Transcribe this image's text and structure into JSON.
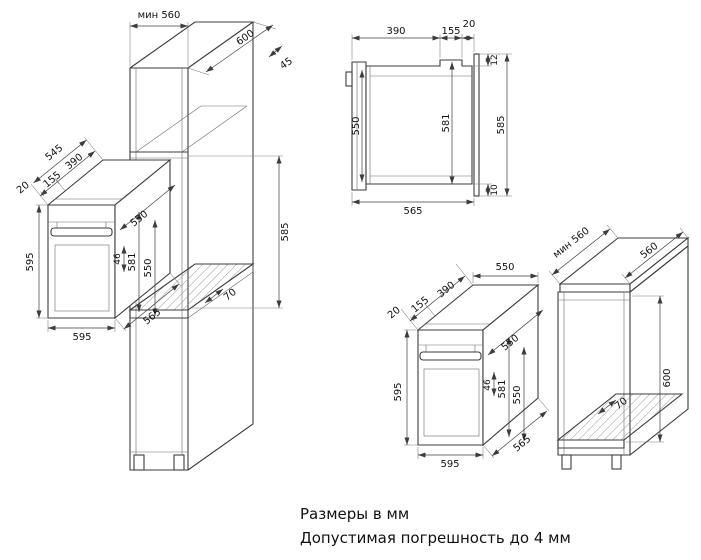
{
  "caption": {
    "line1": "Размеры в мм",
    "line2": "Допустимая погрешность до 4 мм"
  },
  "d1": {
    "min_width": "мин 560",
    "depth": "600",
    "top_clearance": "45",
    "case_depth": "545",
    "front_section": "155",
    "back_section": "390",
    "door_offset": "20",
    "front_height": "595",
    "top_width": "550",
    "dim46": "46",
    "dim581": "581",
    "side_height": "550",
    "niche_height": "585",
    "shelf_clearance": "70",
    "front_width": "595",
    "total_depth": "565"
  },
  "d2": {
    "back_section": "390",
    "front_section": "155",
    "door_offset": "20",
    "flange_top": "12",
    "inner_height": "550",
    "case_height": "581",
    "total_height": "585",
    "flange_bottom": "10",
    "total_depth": "565"
  },
  "d3": {
    "min_depth": "мин 560",
    "counter_depth": "560",
    "top_width": "550",
    "door_offset": "20",
    "front_section": "155",
    "back_section": "390",
    "front_height": "595",
    "case_depth": "550",
    "dim46": "46",
    "dim581": "581",
    "side_height": "550",
    "front_width": "595",
    "total_depth": "565",
    "shelf_clearance": "70",
    "niche_height": "600"
  }
}
